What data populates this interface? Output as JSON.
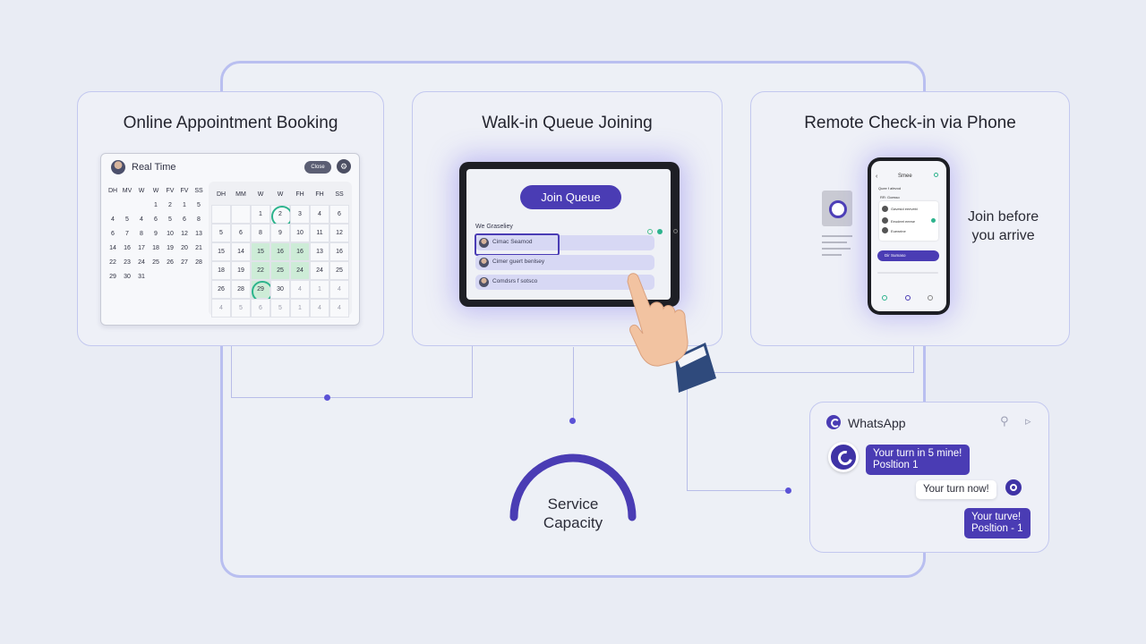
{
  "colors": {
    "accent": "#4a3cb4",
    "highlight_green": "#2db38d",
    "card_border": "#c3c8ef",
    "background": "#e9ecf4"
  },
  "booking": {
    "title": "Online Appointment Booking",
    "calendar_title": "Real Time",
    "close_label": "Close",
    "left_month": {
      "weekdays": [
        "DH",
        "MV",
        "W",
        "W",
        "FV",
        "FV",
        "SS"
      ],
      "days": [
        "",
        "",
        "",
        "1",
        "2",
        "1",
        "5",
        "4",
        "5",
        "4",
        "6",
        "5",
        "6",
        "8",
        "6",
        "7",
        "8",
        "9",
        "10",
        "12",
        "13",
        "14",
        "16",
        "17",
        "18",
        "19",
        "20",
        "21",
        "22",
        "23",
        "24",
        "25",
        "26",
        "27",
        "28",
        "29",
        "30",
        "31"
      ]
    },
    "right_month": {
      "weekdays": [
        "DH",
        "MM",
        "W",
        "W",
        "FH",
        "FH",
        "SS"
      ],
      "days": [
        "",
        "",
        "1",
        "2",
        "3",
        "4",
        "6",
        "5",
        "6",
        "8",
        "9",
        "10",
        "11",
        "12",
        "15",
        "14",
        "15",
        "16",
        "16",
        "13",
        "16",
        "18",
        "19",
        "22",
        "25",
        "24",
        "24",
        "25",
        "26",
        "28",
        "29",
        "30",
        "4",
        "1",
        "4",
        "4",
        "5",
        "6",
        "5",
        "1",
        "4",
        "4"
      ],
      "green_cells": [
        16,
        17,
        18,
        23,
        24,
        25,
        30
      ],
      "ringed_cells": [
        3,
        30
      ],
      "dim_cells": [
        32,
        33,
        34,
        35,
        36,
        37,
        38,
        39,
        40,
        41
      ]
    }
  },
  "walkin": {
    "title": "Walk-in Queue Joining",
    "join_button": "Join Queue",
    "queue_header": "We Graseliey",
    "rows": [
      "Cimac Seamod",
      "Cimer guert benlsey",
      "Comdsrs f sotsco"
    ]
  },
  "remote": {
    "title": "Remote Check-in via Phone",
    "phone_header": "Smee",
    "phone_sub": "Quee f afevod",
    "phone_tag": "RR: Goesso",
    "phone_rows": [
      "Gavesid eeevebi",
      "Eeudeet eeese",
      "Euewrine"
    ],
    "phone_button": "Dir  Sumaso",
    "side_text_line1": "Join before",
    "side_text_line2": "you arrive"
  },
  "capacity": {
    "line1": "Service",
    "line2": "Capacity"
  },
  "whatsapp": {
    "title": "WhatsApp",
    "msg1_line1": "Your turn in 5 mine!",
    "msg1_line2": "Posltion 1",
    "msg2": "Your turn now!",
    "msg3_line1": "Your turve!",
    "msg3_line2": "Posltion - 1"
  }
}
